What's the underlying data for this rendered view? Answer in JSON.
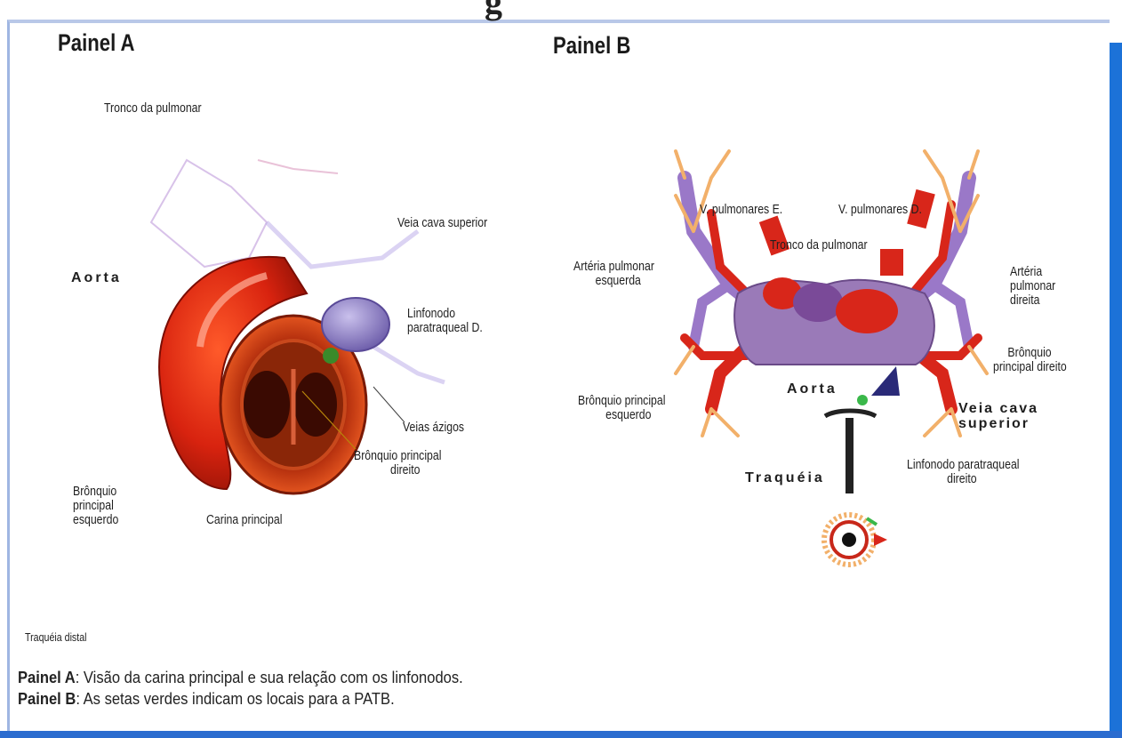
{
  "header": {
    "fragment": "g"
  },
  "panel_a": {
    "title": "Painel A",
    "labels": {
      "tronco": "Tronco da pulmonar",
      "aorta": "Aorta",
      "veia_cava": "Veia cava superior",
      "linfonodo_1": "Linfonodo",
      "linfonodo_2": "paratraqueal D.",
      "veias_azigos": "Veias ázigos",
      "bronquio_dir_1": "Brônquio principal",
      "bronquio_dir_2": "direito",
      "bronquio_esq_1": "Brônquio",
      "bronquio_esq_2": "principal",
      "bronquio_esq_3": "esquerdo",
      "carina": "Carina principal",
      "traqueia_distal": "Traquéia distal"
    }
  },
  "panel_b": {
    "title": "Painel B",
    "labels": {
      "v_pulm_e": "V. pulmonares E.",
      "v_pulm_d": "V. pulmonares D.",
      "tronco": "Tronco da pulmonar",
      "art_esq_1": "Artéria pulmonar",
      "art_esq_2": "esquerda",
      "art_dir_1": "Artéria",
      "art_dir_2": "pulmonar",
      "art_dir_3": "direita",
      "bronq_dir_1": "Brônquio",
      "bronq_dir_2": "principal direito",
      "bronq_esq_1": "Brônquio principal",
      "bronq_esq_2": "esquerdo",
      "aorta": "Aorta",
      "veia_cava_1": "Veia cava",
      "veia_cava_2": "superior",
      "traqueia": "Traquéia",
      "linfonodo_1": "Linfonodo paratraqueal",
      "linfonodo_2": "direito"
    }
  },
  "caption": {
    "a_label": "Painel A",
    "a_text": ": Visão da carina principal e sua relação com os linfonodos.",
    "b_label": "Painel B",
    "b_text": ": As setas verdes indicam os locais para a PATB."
  },
  "colors": {
    "aorta_red": "#d8230f",
    "dark_red": "#9a1206",
    "node_purple": "#8f7cc8",
    "vessel_purple": "#8a6aa8",
    "frame_blue": "#1c72d8",
    "arrow_green": "#2fb34a"
  }
}
